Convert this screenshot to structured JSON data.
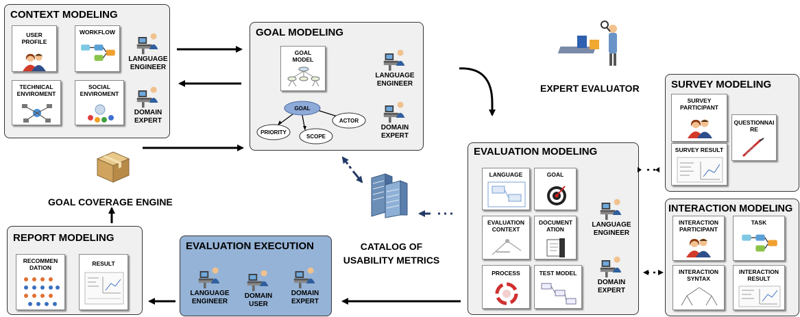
{
  "context": {
    "title": "CONTEXT MODELING",
    "user_profile": "USER PROFILE",
    "workflow": "WORKFLOW",
    "technical": "TECHNICAL ENVIROMENT",
    "social": "SOCIAL ENVIROMENT",
    "language_engineer": "LANGUAGE ENGINEER",
    "domain_expert": "DOMAIN EXPERT"
  },
  "goal": {
    "title": "GOAL MODELING",
    "goal_model": "GOAL MODEL",
    "language_engineer": "LANGUAGE ENGINEER",
    "domain_expert": "DOMAIN EXPERT",
    "goal_node": "GOAL",
    "actor_node": "ACTOR",
    "priority_node": "PRIORITY",
    "scope_node": "SCOPE"
  },
  "expert_evaluator": "EXPERT EVALUATOR",
  "goal_coverage_engine": "GOAL COVERAGE ENGINE",
  "catalog": "CATALOG OF USABILITY METRICS",
  "survey": {
    "title": "SURVEY MODELING",
    "participant": "SURVEY PARTICIPANT",
    "questionnaire": "QUESTIONNAI RE",
    "result": "SURVEY RESULT"
  },
  "evaluation_modeling": {
    "title": "EVALUATION MODELING",
    "language": "LANGUAGE",
    "goal": "GOAL",
    "context": "EVALUATION CONTEXT",
    "documentation": "DOCUMENT ATION",
    "process": "PROCESS",
    "test_model": "TEST MODEL",
    "language_engineer": "LANGUAGE ENGINEER",
    "domain_expert": "DOMAIN EXPERT"
  },
  "interaction": {
    "title": "INTERACTION MODELING",
    "participant": "INTERACTION PARTICIPANT",
    "task": "TASK",
    "syntax": "INTERACTION SYNTAX",
    "result": "INTERACTION RESULT"
  },
  "report": {
    "title": "REPORT MODELING",
    "recommendation": "RECOMMEN DATION",
    "result": "RESULT"
  },
  "execution": {
    "title": "EVALUATION EXECUTION",
    "language_engineer": "LANGUAGE ENGINEER",
    "domain_user": "DOMAIN USER",
    "domain_expert": "DOMAIN EXPERT"
  }
}
